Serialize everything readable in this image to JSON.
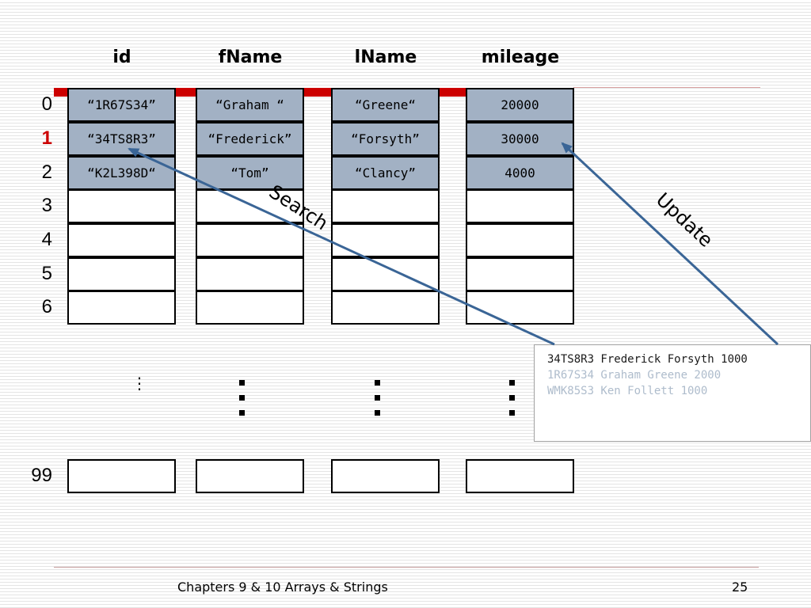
{
  "columns": [
    "id",
    "fName",
    "lName",
    "mileage"
  ],
  "row_labels": [
    "0",
    "1",
    "2",
    "3",
    "4",
    "5",
    "6"
  ],
  "last_row_label": "99",
  "rows": [
    [
      "“1R67S34”",
      "“Graham “",
      "“Greene“",
      "20000"
    ],
    [
      "“34TS8R3”",
      "“Frederick”",
      "“Forsyth”",
      "30000"
    ],
    [
      "“K2L398D“",
      "“Tom”",
      "“Clancy”",
      "4000"
    ]
  ],
  "file_lines": [
    "34TS8R3 Frederick Forsyth 1000",
    "1R67S34 Graham Greene 2000",
    "WMK85S3 Ken Follett 1000"
  ],
  "arrows": {
    "search_label": "Search",
    "update_label": "Update"
  },
  "footer": {
    "title": "Chapters 9 & 10 Arrays & Strings",
    "page_number": "25"
  },
  "colors": {
    "highlight_index": "#cc0000",
    "filled_cell": "#a2b1c4",
    "arrow": "#3a6596",
    "red_bar": "#cc0000"
  }
}
